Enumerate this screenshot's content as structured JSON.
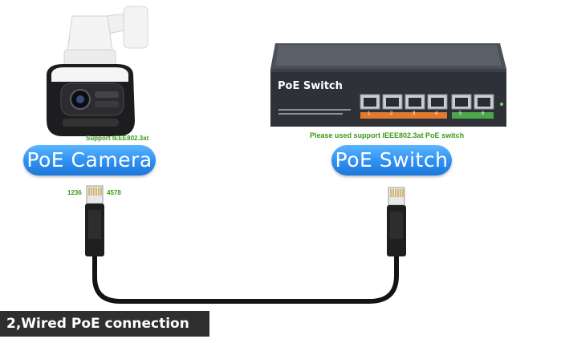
{
  "camera": {
    "pill_label": "PoE Camera",
    "support_note": "Support IEEE802.3at",
    "left_pins": "1236",
    "right_pins": "4578"
  },
  "switch": {
    "pill_label": "PoE Switch",
    "device_label": "PoE Switch",
    "support_note": "Please used support IEEE802.3at PoE switch",
    "port_numbers": [
      "1",
      "2",
      "3",
      "4",
      "5",
      "6"
    ]
  },
  "section": {
    "title": "2,Wired PoE connection"
  },
  "colors": {
    "pill_blue": "#2f8ff0",
    "note_green": "#3c9a1a",
    "header_dark": "#2f2f2f"
  }
}
